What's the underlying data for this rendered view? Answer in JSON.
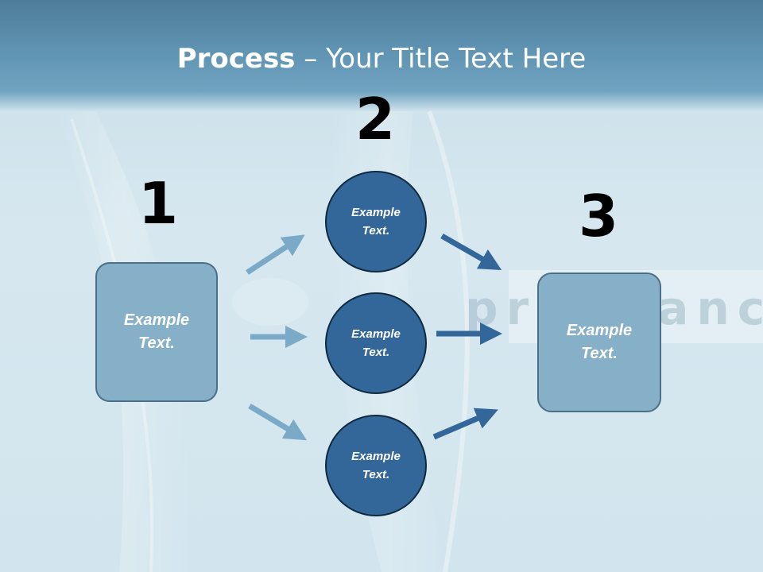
{
  "colors": {
    "header": "#5f93b2",
    "box_fill": "#86afc8",
    "box_border": "#4b6f87",
    "circle_fill": "#336699",
    "circle_border": "#0f2a40",
    "light_arrow": "#7aaac8",
    "dark_arrow": "#336699"
  },
  "title": {
    "bold": "Process",
    "rest": " – Your Title Text Here"
  },
  "steps": {
    "n1": "1",
    "n2": "2",
    "n3": "3"
  },
  "nodes": {
    "start": "Example\nText.",
    "mid_top": "Example\nText.",
    "mid_middle": "Example\nText.",
    "mid_bottom": "Example\nText.",
    "end": "Example\nText."
  },
  "background": {
    "watermark": "pregnancy"
  }
}
